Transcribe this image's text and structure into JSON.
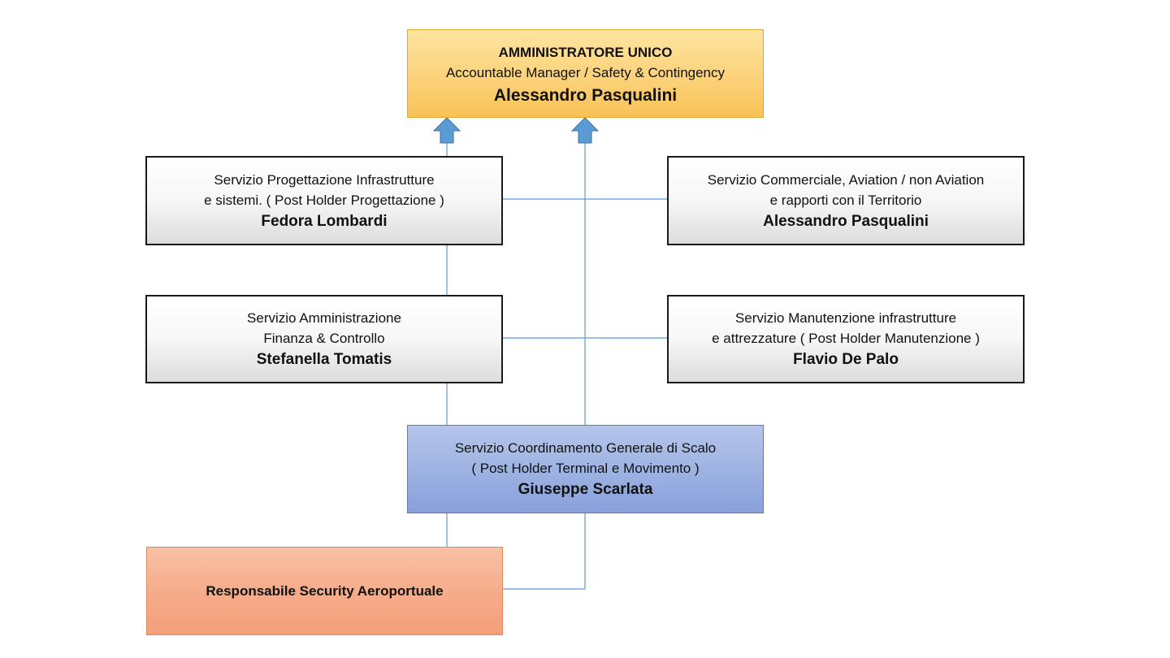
{
  "org_chart": {
    "administrator": {
      "title": "AMMINISTRATORE UNICO",
      "role": "Accountable Manager / Safety & Contingency",
      "name": "Alessandro Pasqualini",
      "color": "#fcd27a"
    },
    "progettazione": {
      "line1": "Servizio Progettazione Infrastrutture",
      "line2": "e sistemi. ( Post Holder Progettazione )",
      "name": "Fedora Lombardi"
    },
    "commerciale": {
      "line1": "Servizio Commerciale, Aviation / non Aviation",
      "line2": "e rapporti con il Territorio",
      "name": "Alessandro Pasqualini"
    },
    "amministrazione": {
      "line1": "Servizio Amministrazione",
      "line2": "Finanza & Controllo",
      "name": "Stefanella Tomatis"
    },
    "manutenzione": {
      "line1": "Servizio Manutenzione infrastrutture",
      "line2": "e attrezzature ( Post Holder Manutenzione )",
      "name": "Flavio De Palo"
    },
    "coordinamento": {
      "line1": "Servizio Coordinamento Generale di Scalo",
      "line2": "( Post Holder Terminal e Movimento )",
      "name": "Giuseppe Scarlata",
      "color": "#9cb2e2"
    },
    "security": {
      "title": "Responsabile Security Aeroportuale",
      "color": "#f6ab88"
    },
    "connector_color": "#5b9bd5",
    "arrow_color": "#5b9bd5"
  }
}
